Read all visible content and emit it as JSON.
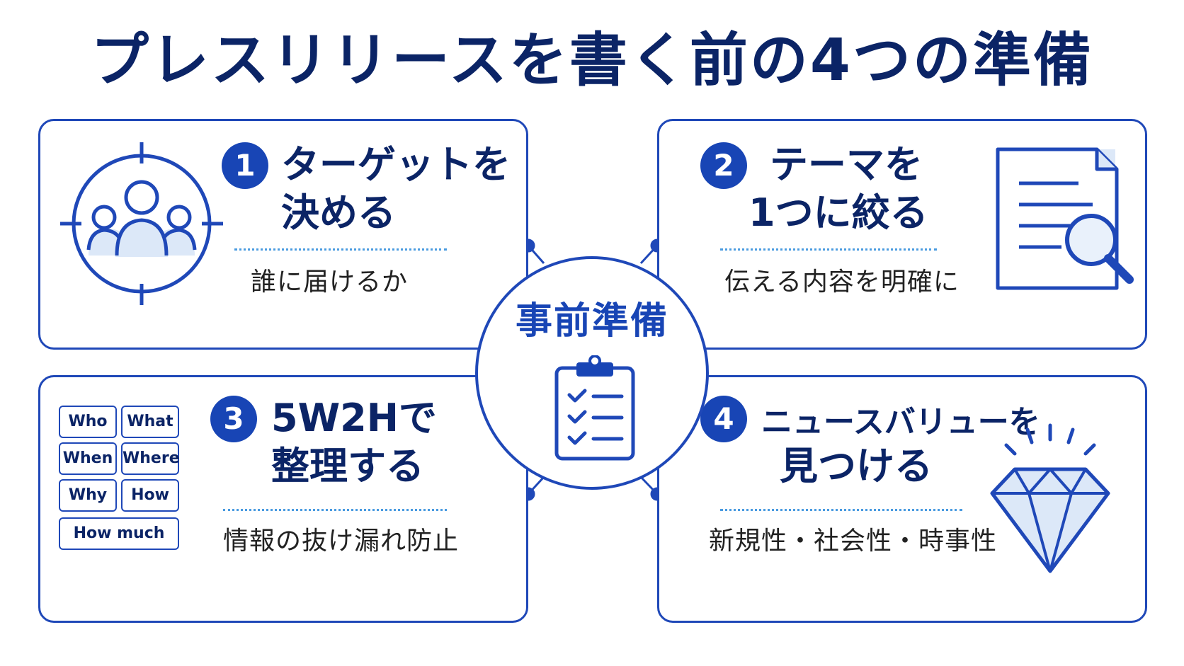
{
  "title": "プレスリリースを書く前の4つの準備",
  "center": {
    "label": "事前準備",
    "icon": "clipboard-checklist-icon"
  },
  "cards": [
    {
      "number": "1",
      "heading_line1": "ターゲットを",
      "heading_line2": "決める",
      "subtitle": "誰に届けるか",
      "icon": "target-audience-icon"
    },
    {
      "number": "2",
      "heading_line1": "テーマを",
      "heading_line2": "1つに絞る",
      "subtitle": "伝える内容を明確に",
      "icon": "document-search-icon"
    },
    {
      "number": "3",
      "heading_line1": "5W2Hで",
      "heading_line2": "整理する",
      "subtitle": "情報の抜け漏れ防止",
      "icon": "5w2h-grid-icon",
      "w_items": [
        "Who",
        "What",
        "When",
        "Where",
        "Why",
        "How",
        "How much"
      ]
    },
    {
      "number": "4",
      "heading_line1": "ニュースバリューを",
      "heading_line2": "見つける",
      "subtitle": "新規性・社会性・時事性",
      "icon": "diamond-icon"
    }
  ],
  "colors": {
    "primary": "#1845b5",
    "navy": "#0b2466",
    "border": "#1f48b8",
    "dots": "#4a9be0",
    "light_fill": "#dce8f8"
  }
}
